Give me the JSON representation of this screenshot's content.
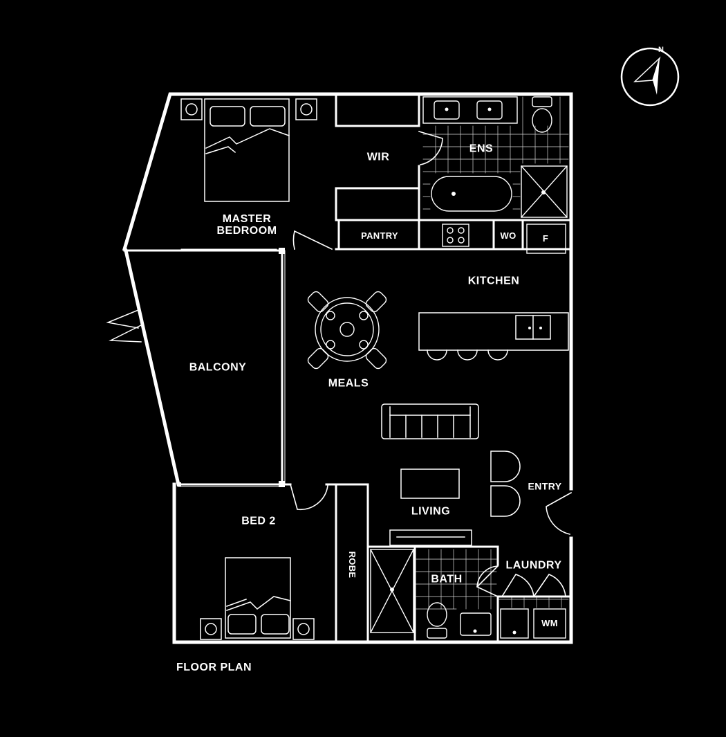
{
  "caption": "FLOOR PLAN",
  "compass": {
    "north_label": "N",
    "icon": "north-arrow-icon"
  },
  "rooms": {
    "master_line1": "MASTER",
    "master_line2": "BEDROOM",
    "wir": "WIR",
    "ens": "ENS",
    "pantry": "PANTRY",
    "wo": "WO",
    "f": "F",
    "kitchen": "KITCHEN",
    "balcony": "BALCONY",
    "meals": "MEALS",
    "entry": "ENTRY",
    "living": "LIVING",
    "bed2": "BED 2",
    "robe": "ROBE",
    "bath": "BATH",
    "laundry": "LAUNDRY",
    "wm": "WM"
  },
  "colors": {
    "background": "#000000",
    "lines": "#ffffff"
  }
}
